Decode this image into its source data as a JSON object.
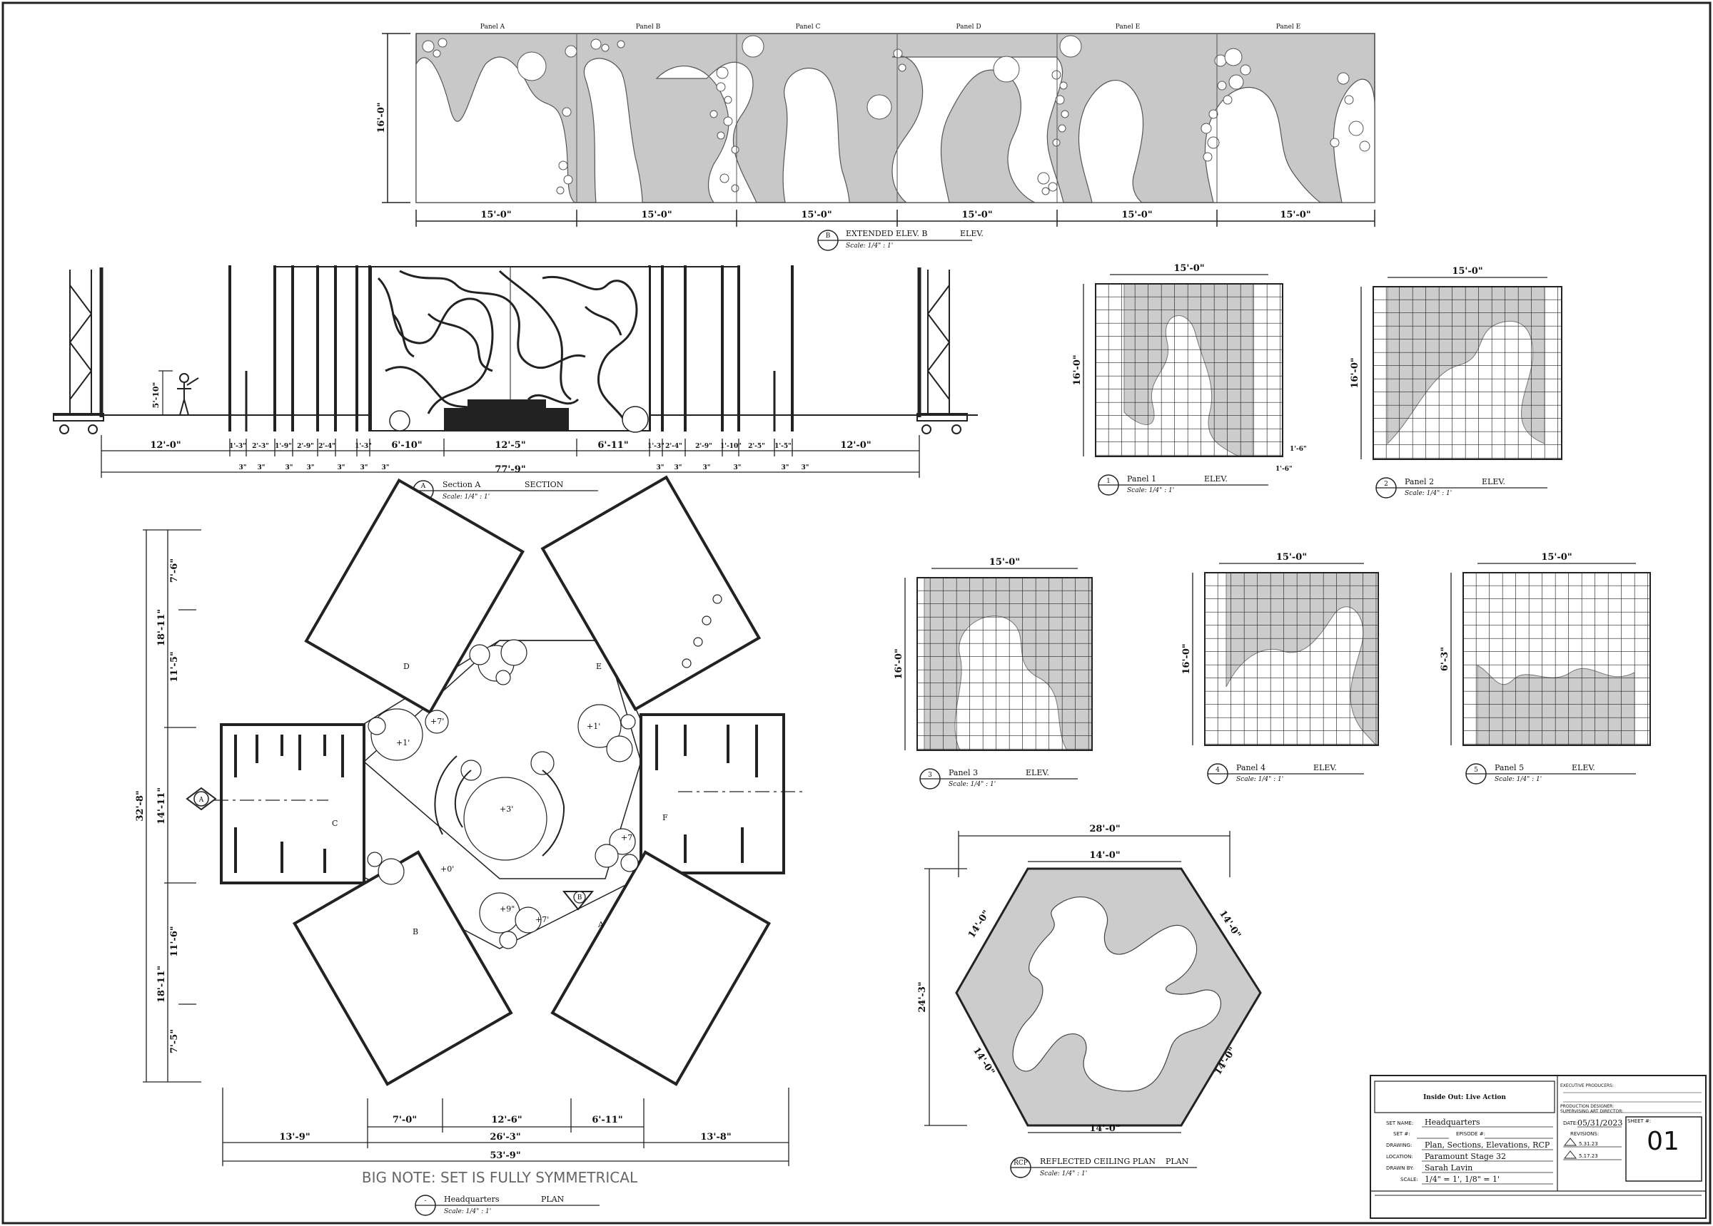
{
  "extended_elevation": {
    "panels": [
      "Panel A",
      "Panel B",
      "Panel C",
      "Panel D",
      "Panel E",
      "Panel E"
    ],
    "height": "16'-0\"",
    "widths": [
      "15'-0\"",
      "15'-0\"",
      "15'-0\"",
      "15'-0\"",
      "15'-0\"",
      "15'-0\""
    ],
    "tag_letter": "B",
    "title": "EXTENDED ELEV. B",
    "type": "ELEV.",
    "scale": "Scale: 1/4\" : 1'"
  },
  "section": {
    "person_height": "5'-10\"",
    "dims_top": [
      "12'-0\"",
      "1'-3\"",
      "2'-3\"",
      "1'-9\"",
      "2'-9\"",
      "2'-4\"",
      "1'-3\"",
      "6'-10\"",
      "12'-5\"",
      "6'-11\"",
      "1'-3\"",
      "2'-4\"",
      "2'-9\"",
      "1'-10\"",
      "2'-5\"",
      "1'-5\"",
      "12'-0\""
    ],
    "dims_small": [
      "3\"",
      "3\"",
      "3\"",
      "3\"",
      "3\"",
      "3\"",
      "3\"",
      "3\"",
      "3\"",
      "3\"",
      "3\"",
      "3\"",
      "3\""
    ],
    "total": "77'-9\"",
    "tag_letter": "A",
    "title": "Section A",
    "type": "SECTION",
    "scale": "Scale: 1/4\" : 1'"
  },
  "panel_elevations": [
    {
      "num": "1",
      "title": "Panel 1",
      "type": "ELEV.",
      "scale": "Scale: 1/4\" : 1'",
      "width": "15'-0\"",
      "height": "16'-0\"",
      "extra1": "1'-6\"",
      "extra2": "1'-6\""
    },
    {
      "num": "2",
      "title": "Panel 2",
      "type": "ELEV.",
      "scale": "Scale: 1/4\" : 1'",
      "width": "15'-0\"",
      "height": "16'-0\""
    },
    {
      "num": "3",
      "title": "Panel 3",
      "type": "ELEV.",
      "scale": "Scale: 1/4\" : 1'",
      "width": "15'-0\"",
      "height": "16'-0\""
    },
    {
      "num": "4",
      "title": "Panel 4",
      "type": "ELEV.",
      "scale": "Scale: 1/4\" : 1'",
      "width": "15'-0\"",
      "height": "16'-0\""
    },
    {
      "num": "5",
      "title": "Panel 5",
      "type": "ELEV.",
      "scale": "Scale: 1/4\" : 1'",
      "width": "15'-0\"",
      "height": "6'-3\""
    }
  ],
  "plan": {
    "left_dims": [
      "7'-6\"",
      "18'-11\"",
      "11'-5\"",
      "32'-8\"",
      "14'-11\"",
      "11'-6\"",
      "18'-11\"",
      "7'-5\""
    ],
    "bottom_dims_top": [
      "7'-0\"",
      "12'-6\"",
      "6'-11\""
    ],
    "bottom_dims_mid": [
      "13'-9\"",
      "26'-3\"",
      "13'-8\""
    ],
    "bottom_total": "53'-9\"",
    "elevation_marks": [
      "D",
      "E",
      "C",
      "F",
      "B",
      "A"
    ],
    "levels": [
      "+7'",
      "+1'",
      "+1'",
      "+3'",
      "+0'",
      "+9\"",
      "+7'",
      "+7'"
    ],
    "section_tag": "A",
    "elev_tag": "B",
    "note": "BIG NOTE: SET IS FULLY SYMMETRICAL",
    "tag_letter": "-",
    "title": "Headquarters",
    "type": "PLAN",
    "scale": "Scale: 1/4\" : 1'"
  },
  "rcp": {
    "overall": "28'-0\"",
    "top": "14'-0\"",
    "bottom": "14'-0\"",
    "height": "24'-3\"",
    "sides": [
      "14'-0\"",
      "14'-0\"",
      "14'-0\"",
      "14'-0\""
    ],
    "tag": "RCP",
    "title": "REFLECTED CEILING PLAN",
    "type": "PLAN",
    "scale": "Scale: 1/4\" : 1'"
  },
  "title_block": {
    "show": "Inside Out: Live Action",
    "exec_producers": "EXECUTIVE PRODUCERS:",
    "prod_designer": "PRODUCTION DESIGNER:",
    "art_director": "SUPERVISING ART DIRECTOR:",
    "set_name_label": "SET NAME:",
    "set_name": "Headquarters",
    "set_num_label": "SET #:",
    "episode_label": "EPISODE #:",
    "drawing_label": "DRAWING:",
    "drawing": "Plan, Sections, Elevations, RCP",
    "location_label": "LOCATION:",
    "location": "Paramount Stage 32",
    "drawn_by_label": "DRAWN BY:",
    "drawn_by": "Sarah Lavin",
    "scale_label": "SCALE:",
    "scale": "1/4\" = 1', 1/8\" = 1'",
    "date_label": "DATE:",
    "date": "05/31/2023",
    "sheet_label": "SHEET #:",
    "sheet": "01",
    "revisions_label": "REVISIONS:",
    "rev1": "5.31.23",
    "rev2": "5.17.23"
  },
  "colors": {
    "line": "#111111",
    "fill": "#cccccc",
    "white": "#ffffff"
  }
}
